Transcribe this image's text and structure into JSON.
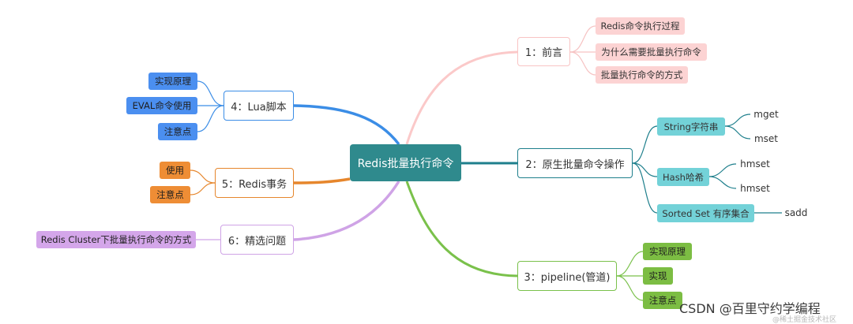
{
  "root": {
    "label": "Redis批量执行命令"
  },
  "branches": {
    "b1": {
      "label": "1：前言",
      "children": [
        "Redis命令执行过程",
        "为什么需要批量执行命令",
        "批量执行命令的方式"
      ]
    },
    "b2": {
      "label": "2：原生批量命令操作",
      "children": [
        {
          "label": "String字符串",
          "children": [
            "mget",
            "mset"
          ]
        },
        {
          "label": "Hash哈希",
          "children": [
            "hmset",
            "hmset"
          ]
        },
        {
          "label": "Sorted Set 有序集合",
          "children": [
            "sadd"
          ]
        }
      ]
    },
    "b3": {
      "label": "3：pipeline(管道)",
      "children": [
        "实现原理",
        "实现",
        "注意点"
      ]
    },
    "b4": {
      "label": "4：Lua脚本",
      "children": [
        "实现原理",
        "EVAL命令使用",
        "注意点"
      ]
    },
    "b5": {
      "label": "5：Redis事务",
      "children": [
        "使用",
        "注意点"
      ]
    },
    "b6": {
      "label": "6：精选问题",
      "children": [
        "Redis Cluster下批量执行命令的方式"
      ]
    }
  },
  "colors": {
    "b1": "#f9c4c4",
    "b1_fill": "#fcd3d3",
    "b2": "#1e7f8c",
    "b2_fill": "#73d2d8",
    "b3": "#7ac14b",
    "b3_fill": "#7cbd43",
    "b4": "#3b8de6",
    "b4_fill": "#4b8ff0",
    "b5": "#e6862c",
    "b5_fill": "#ee8d35",
    "b6": "#cfa3e6",
    "b6_fill": "#d4a6ea",
    "root": "#2f8a8d"
  },
  "watermark": {
    "text": "CSDN @百里守约学编程",
    "subtext": "@稀土掘金技术社区"
  }
}
